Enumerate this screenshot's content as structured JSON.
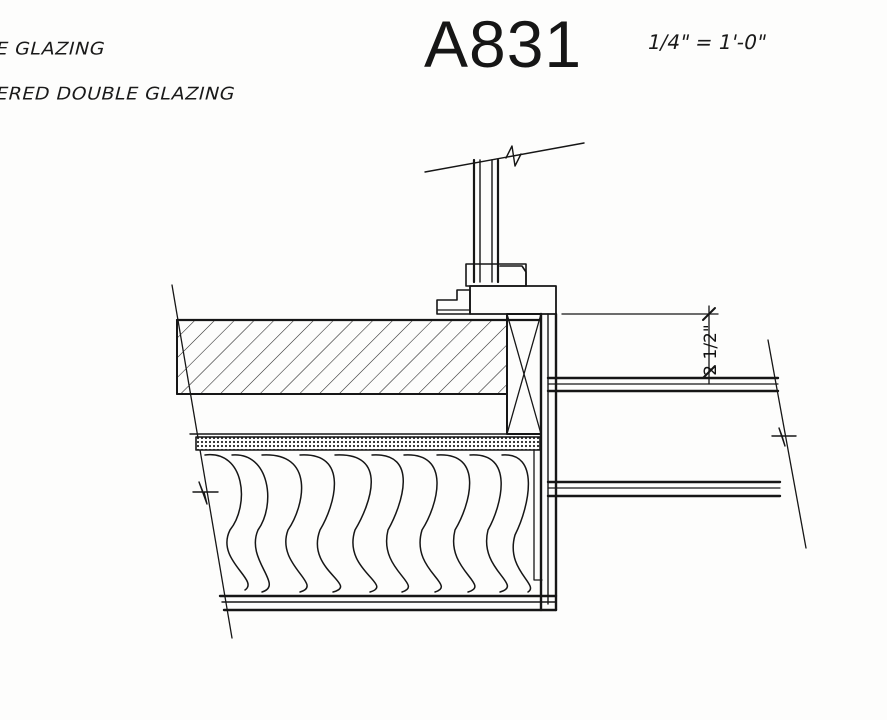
{
  "notes": {
    "line_1": "E GLAZING",
    "line_2": "ERED DOUBLE GLAZING"
  },
  "detail": {
    "id": "A831",
    "scale": "1/4\" = 1'-0\""
  },
  "dimension": {
    "label": "2 1/2\""
  },
  "colors": {
    "ink": "#161616",
    "paper": "#fdfdfc"
  }
}
